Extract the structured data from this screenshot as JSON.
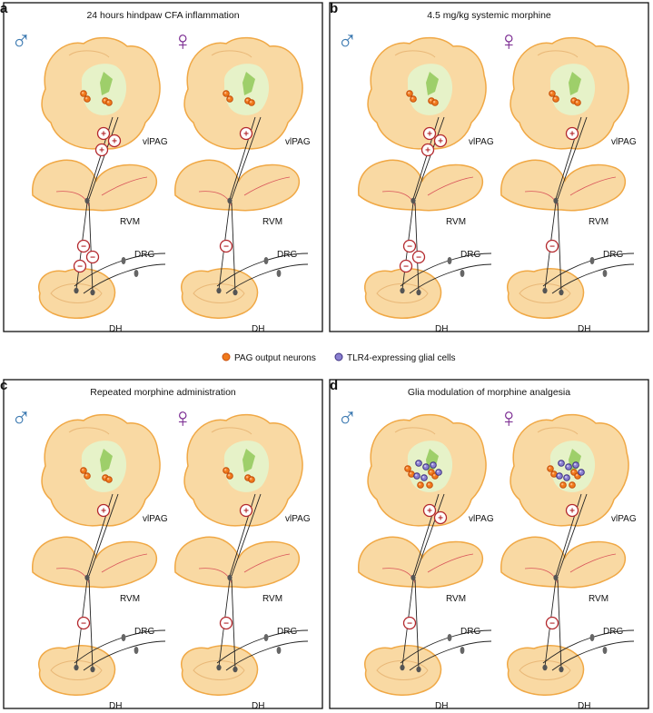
{
  "panels": [
    {
      "letter": "a",
      "title": "24 hours hindpaw CFA inflammation",
      "male": {
        "glia": 0,
        "pag_up": 3,
        "rvm_down": 3
      },
      "female": {
        "glia": 0,
        "pag_up": 1,
        "rvm_down": 1
      }
    },
    {
      "letter": "b",
      "title": "4.5 mg/kg systemic morphine",
      "male": {
        "glia": 0,
        "pag_up": 3,
        "rvm_down": 3
      },
      "female": {
        "glia": 0,
        "pag_up": 1,
        "rvm_down": 1
      }
    },
    {
      "letter": "c",
      "title": "Repeated morphine administration",
      "male": {
        "glia": 0,
        "pag_up": 1,
        "rvm_down": 1
      },
      "female": {
        "glia": 0,
        "pag_up": 1,
        "rvm_down": 1
      }
    },
    {
      "letter": "d",
      "title": "Glia modulation of morphine analgesia",
      "male": {
        "glia": 1,
        "pag_up": 2,
        "rvm_down": 1
      },
      "female": {
        "glia": 1,
        "pag_up": 1,
        "rvm_down": 1
      }
    }
  ],
  "symbols": {
    "male": "♂",
    "female": "♀",
    "plus": "+",
    "minus": "−"
  },
  "labels": {
    "vlpag": "vlPAG",
    "rvm": "RVM",
    "drg": "DRG",
    "dh": "DH"
  },
  "legend": {
    "pag": "PAG output neurons",
    "glia": "TLR4-expressing glial cells"
  },
  "colors": {
    "tissue": "#f9d9a3",
    "tissue_edge": "#f0a845",
    "pag_core": "#e6f2c8",
    "pag_arrow": "#9ecf6a",
    "neuron": "#f07a1c",
    "glia": "#6a5bb5",
    "male": "#3a78b0",
    "female": "#7a2a91",
    "synapse": "#b3282d"
  }
}
